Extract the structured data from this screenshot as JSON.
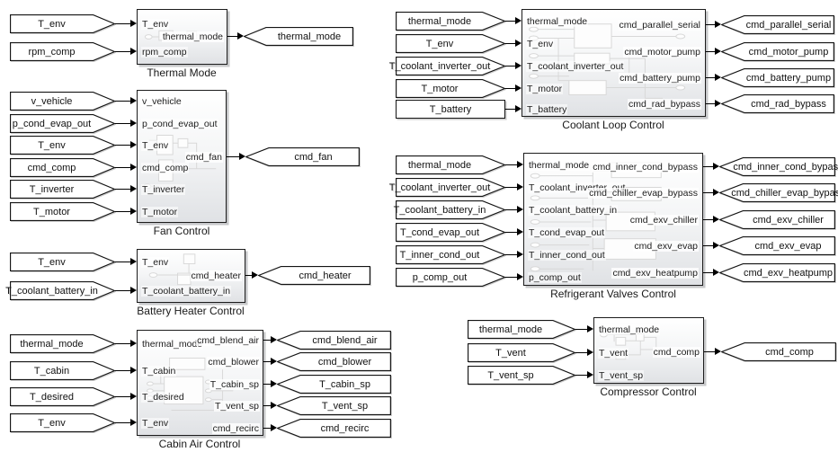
{
  "colors": {
    "background": "#ffffff",
    "block_border": "#1c1c1c",
    "block_fill_top": "#ffffff",
    "block_fill_bottom": "#e0e2e5",
    "wire": "#000000",
    "shadow": "#c7c8ca"
  },
  "groups": [
    {
      "title": "Thermal Mode",
      "inputs": [
        "T_env",
        "rpm_comp"
      ],
      "outputs": [
        "thermal_mode"
      ]
    },
    {
      "title": "Fan Control",
      "inputs": [
        "v_vehicle",
        "p_cond_evap_out",
        "T_env",
        "cmd_comp",
        "T_inverter",
        "T_motor"
      ],
      "outputs": [
        "cmd_fan"
      ]
    },
    {
      "title": "Battery Heater Control",
      "inputs": [
        "T_env",
        "T_coolant_battery_in"
      ],
      "outputs": [
        "cmd_heater"
      ]
    },
    {
      "title": "Cabin Air Control",
      "inputs": [
        "thermal_mode",
        "T_cabin",
        "T_desired",
        "T_env"
      ],
      "outputs": [
        "cmd_blend_air",
        "cmd_blower",
        "T_cabin_sp",
        "T_vent_sp",
        "cmd_recirc"
      ]
    },
    {
      "title": "Coolant Loop Control",
      "inputs": [
        "thermal_mode",
        "T_env",
        "T_coolant_inverter_out",
        "T_motor",
        "T_battery"
      ],
      "outputs": [
        "cmd_parallel_serial",
        "cmd_motor_pump",
        "cmd_battery_pump",
        "cmd_rad_bypass"
      ]
    },
    {
      "title": "Refrigerant Valves Control",
      "inputs": [
        "thermal_mode",
        "T_coolant_inverter_out",
        "T_coolant_battery_in",
        "T_cond_evap_out",
        "T_inner_cond_out",
        "p_comp_out"
      ],
      "outputs": [
        "cmd_inner_cond_bypass",
        "cmd_chiller_evap_bypass",
        "cmd_exv_chiller",
        "cmd_exv_evap",
        "cmd_exv_heatpump"
      ]
    },
    {
      "title": "Compressor Control",
      "inputs": [
        "thermal_mode",
        "T_vent",
        "T_vent_sp"
      ],
      "outputs": [
        "cmd_comp"
      ]
    }
  ]
}
